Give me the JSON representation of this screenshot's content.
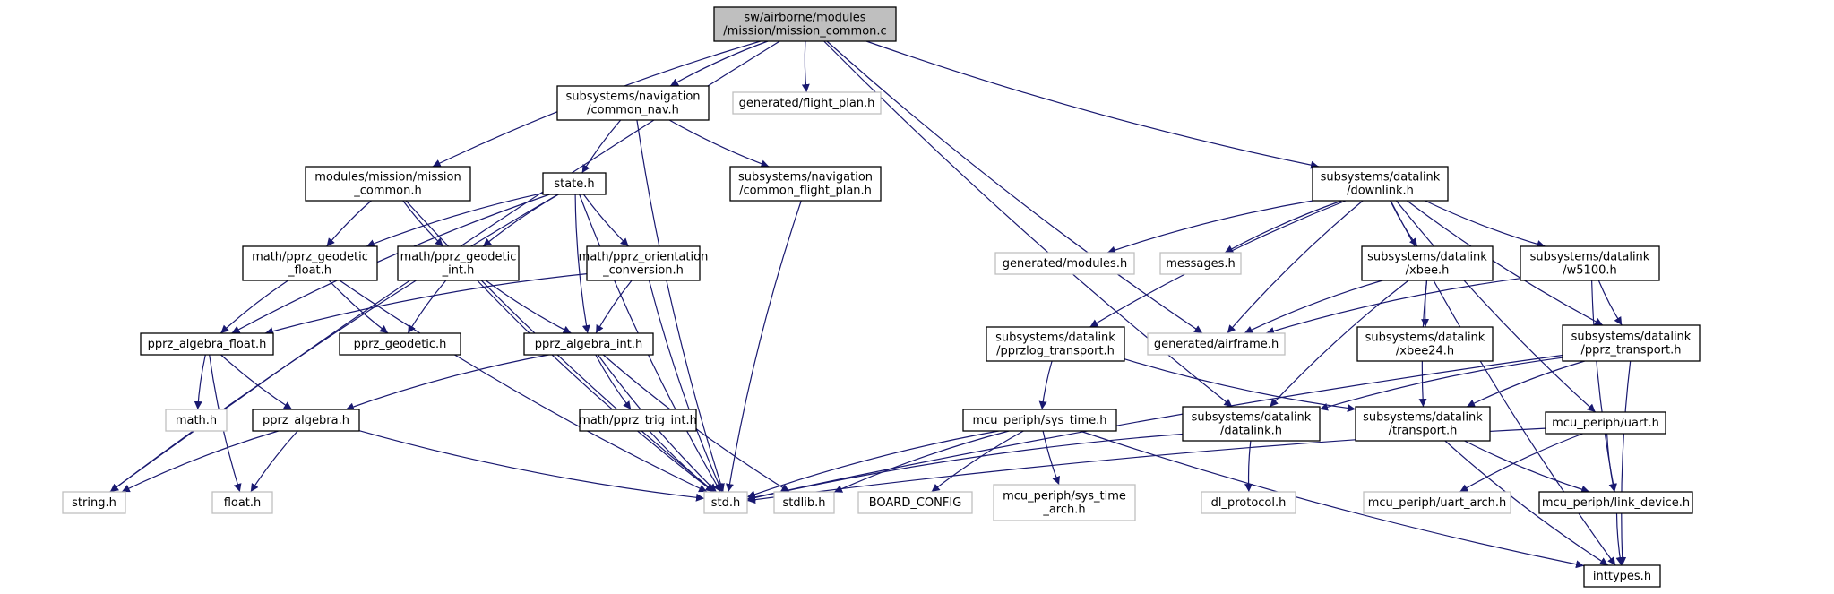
{
  "colors": {
    "edge": "#191970",
    "root_fill": "#bfbfbf",
    "missing_border": "#bfbfbf",
    "border": "#000000"
  },
  "nodes": [
    {
      "id": "root",
      "lines": [
        "sw/airborne/modules",
        "/mission/mission_common.c"
      ],
      "style": "root"
    },
    {
      "id": "common_nav",
      "lines": [
        "subsystems/navigation",
        "/common_nav.h"
      ],
      "style": "black"
    },
    {
      "id": "flight_plan",
      "lines": [
        "generated/flight_plan.h"
      ],
      "style": "gray"
    },
    {
      "id": "downlink",
      "lines": [
        "subsystems/datalink",
        "/downlink.h"
      ],
      "style": "black"
    },
    {
      "id": "mission_common_h",
      "lines": [
        "modules/mission/mission",
        "_common.h"
      ],
      "style": "black"
    },
    {
      "id": "state",
      "lines": [
        "state.h"
      ],
      "style": "black"
    },
    {
      "id": "common_flight_plan",
      "lines": [
        "subsystems/navigation",
        "/common_flight_plan.h"
      ],
      "style": "black"
    },
    {
      "id": "geodetic_float",
      "lines": [
        "math/pprz_geodetic",
        "_float.h"
      ],
      "style": "black"
    },
    {
      "id": "geodetic_int",
      "lines": [
        "math/pprz_geodetic",
        "_int.h"
      ],
      "style": "black"
    },
    {
      "id": "orientation",
      "lines": [
        "math/pprz_orientation",
        "_conversion.h"
      ],
      "style": "black"
    },
    {
      "id": "gen_modules",
      "lines": [
        "generated/modules.h"
      ],
      "style": "gray"
    },
    {
      "id": "messages",
      "lines": [
        "messages.h"
      ],
      "style": "gray"
    },
    {
      "id": "xbee",
      "lines": [
        "subsystems/datalink",
        "/xbee.h"
      ],
      "style": "black"
    },
    {
      "id": "w5100",
      "lines": [
        "subsystems/datalink",
        "/w5100.h"
      ],
      "style": "black"
    },
    {
      "id": "algebra_float",
      "lines": [
        "pprz_algebra_float.h"
      ],
      "style": "black"
    },
    {
      "id": "pprz_geodetic",
      "lines": [
        "pprz_geodetic.h"
      ],
      "style": "black"
    },
    {
      "id": "algebra_int",
      "lines": [
        "pprz_algebra_int.h"
      ],
      "style": "black"
    },
    {
      "id": "pprzlog",
      "lines": [
        "subsystems/datalink",
        "/pprzlog_transport.h"
      ],
      "style": "black"
    },
    {
      "id": "airframe",
      "lines": [
        "generated/airframe.h"
      ],
      "style": "gray"
    },
    {
      "id": "xbee24",
      "lines": [
        "subsystems/datalink",
        "/xbee24.h"
      ],
      "style": "black"
    },
    {
      "id": "pprz_transport",
      "lines": [
        "subsystems/datalink",
        "/pprz_transport.h"
      ],
      "style": "black"
    },
    {
      "id": "math_h",
      "lines": [
        "math.h"
      ],
      "style": "gray"
    },
    {
      "id": "pprz_algebra",
      "lines": [
        "pprz_algebra.h"
      ],
      "style": "black"
    },
    {
      "id": "trig_int",
      "lines": [
        "math/pprz_trig_int.h"
      ],
      "style": "black"
    },
    {
      "id": "sys_time",
      "lines": [
        "mcu_periph/sys_time.h"
      ],
      "style": "black"
    },
    {
      "id": "datalink",
      "lines": [
        "subsystems/datalink",
        "/datalink.h"
      ],
      "style": "black"
    },
    {
      "id": "transport",
      "lines": [
        "subsystems/datalink",
        "/transport.h"
      ],
      "style": "black"
    },
    {
      "id": "uart",
      "lines": [
        "mcu_periph/uart.h"
      ],
      "style": "black"
    },
    {
      "id": "string_h",
      "lines": [
        "string.h"
      ],
      "style": "gray"
    },
    {
      "id": "float_h",
      "lines": [
        "float.h"
      ],
      "style": "gray"
    },
    {
      "id": "std_h",
      "lines": [
        "std.h"
      ],
      "style": "gray"
    },
    {
      "id": "stdlib_h",
      "lines": [
        "stdlib.h"
      ],
      "style": "gray"
    },
    {
      "id": "board_config",
      "lines": [
        "BOARD_CONFIG"
      ],
      "style": "gray"
    },
    {
      "id": "sys_time_arch",
      "lines": [
        "mcu_periph/sys_time",
        "_arch.h"
      ],
      "style": "gray"
    },
    {
      "id": "dl_protocol",
      "lines": [
        "dl_protocol.h"
      ],
      "style": "gray"
    },
    {
      "id": "uart_arch",
      "lines": [
        "mcu_periph/uart_arch.h"
      ],
      "style": "gray"
    },
    {
      "id": "link_device",
      "lines": [
        "mcu_periph/link_device.h"
      ],
      "style": "black"
    },
    {
      "id": "inttypes_h",
      "lines": [
        "inttypes.h"
      ],
      "style": "black"
    }
  ],
  "edges": [
    [
      "root",
      "string_h"
    ],
    [
      "root",
      "mission_common_h"
    ],
    [
      "root",
      "common_nav"
    ],
    [
      "root",
      "flight_plan"
    ],
    [
      "root",
      "datalink"
    ],
    [
      "root",
      "airframe"
    ],
    [
      "root",
      "downlink"
    ],
    [
      "common_nav",
      "state"
    ],
    [
      "common_nav",
      "common_flight_plan"
    ],
    [
      "common_nav",
      "std_h"
    ],
    [
      "mission_common_h",
      "geodetic_float"
    ],
    [
      "mission_common_h",
      "geodetic_int"
    ],
    [
      "mission_common_h",
      "std_h"
    ],
    [
      "state",
      "geodetic_float"
    ],
    [
      "state",
      "geodetic_int"
    ],
    [
      "state",
      "orientation"
    ],
    [
      "state",
      "algebra_float"
    ],
    [
      "state",
      "algebra_int"
    ],
    [
      "state",
      "std_h"
    ],
    [
      "state",
      "string_h"
    ],
    [
      "common_flight_plan",
      "std_h"
    ],
    [
      "geodetic_float",
      "algebra_float"
    ],
    [
      "geodetic_float",
      "pprz_geodetic"
    ],
    [
      "geodetic_float",
      "std_h"
    ],
    [
      "geodetic_int",
      "pprz_geodetic"
    ],
    [
      "geodetic_int",
      "algebra_int"
    ],
    [
      "geodetic_int",
      "std_h"
    ],
    [
      "orientation",
      "algebra_float"
    ],
    [
      "orientation",
      "algebra_int"
    ],
    [
      "orientation",
      "std_h"
    ],
    [
      "algebra_float",
      "math_h"
    ],
    [
      "algebra_float",
      "pprz_algebra"
    ],
    [
      "algebra_float",
      "float_h"
    ],
    [
      "algebra_int",
      "pprz_algebra"
    ],
    [
      "algebra_int",
      "trig_int"
    ],
    [
      "algebra_int",
      "std_h"
    ],
    [
      "algebra_int",
      "stdlib_h"
    ],
    [
      "pprz_algebra",
      "string_h"
    ],
    [
      "pprz_algebra",
      "float_h"
    ],
    [
      "pprz_algebra",
      "std_h"
    ],
    [
      "trig_int",
      "std_h"
    ],
    [
      "downlink",
      "gen_modules"
    ],
    [
      "downlink",
      "messages"
    ],
    [
      "downlink",
      "pprzlog"
    ],
    [
      "downlink",
      "airframe"
    ],
    [
      "downlink",
      "xbee"
    ],
    [
      "downlink",
      "w5100"
    ],
    [
      "downlink",
      "pprz_transport"
    ],
    [
      "downlink",
      "uart"
    ],
    [
      "downlink",
      "inttypes_h"
    ],
    [
      "xbee",
      "airframe"
    ],
    [
      "xbee",
      "xbee24"
    ],
    [
      "xbee",
      "datalink"
    ],
    [
      "xbee",
      "transport"
    ],
    [
      "w5100",
      "airframe"
    ],
    [
      "w5100",
      "pprz_transport"
    ],
    [
      "w5100",
      "link_device"
    ],
    [
      "pprzlog",
      "sys_time"
    ],
    [
      "pprzlog",
      "transport"
    ],
    [
      "pprz_transport",
      "datalink"
    ],
    [
      "pprz_transport",
      "transport"
    ],
    [
      "pprz_transport",
      "std_h"
    ],
    [
      "pprz_transport",
      "inttypes_h"
    ],
    [
      "sys_time",
      "std_h"
    ],
    [
      "sys_time",
      "stdlib_h"
    ],
    [
      "sys_time",
      "board_config"
    ],
    [
      "sys_time",
      "sys_time_arch"
    ],
    [
      "sys_time",
      "inttypes_h"
    ],
    [
      "datalink",
      "std_h"
    ],
    [
      "datalink",
      "dl_protocol"
    ],
    [
      "transport",
      "link_device"
    ],
    [
      "transport",
      "inttypes_h"
    ],
    [
      "uart",
      "std_h"
    ],
    [
      "uart",
      "uart_arch"
    ],
    [
      "uart",
      "link_device"
    ],
    [
      "link_device",
      "inttypes_h"
    ]
  ]
}
